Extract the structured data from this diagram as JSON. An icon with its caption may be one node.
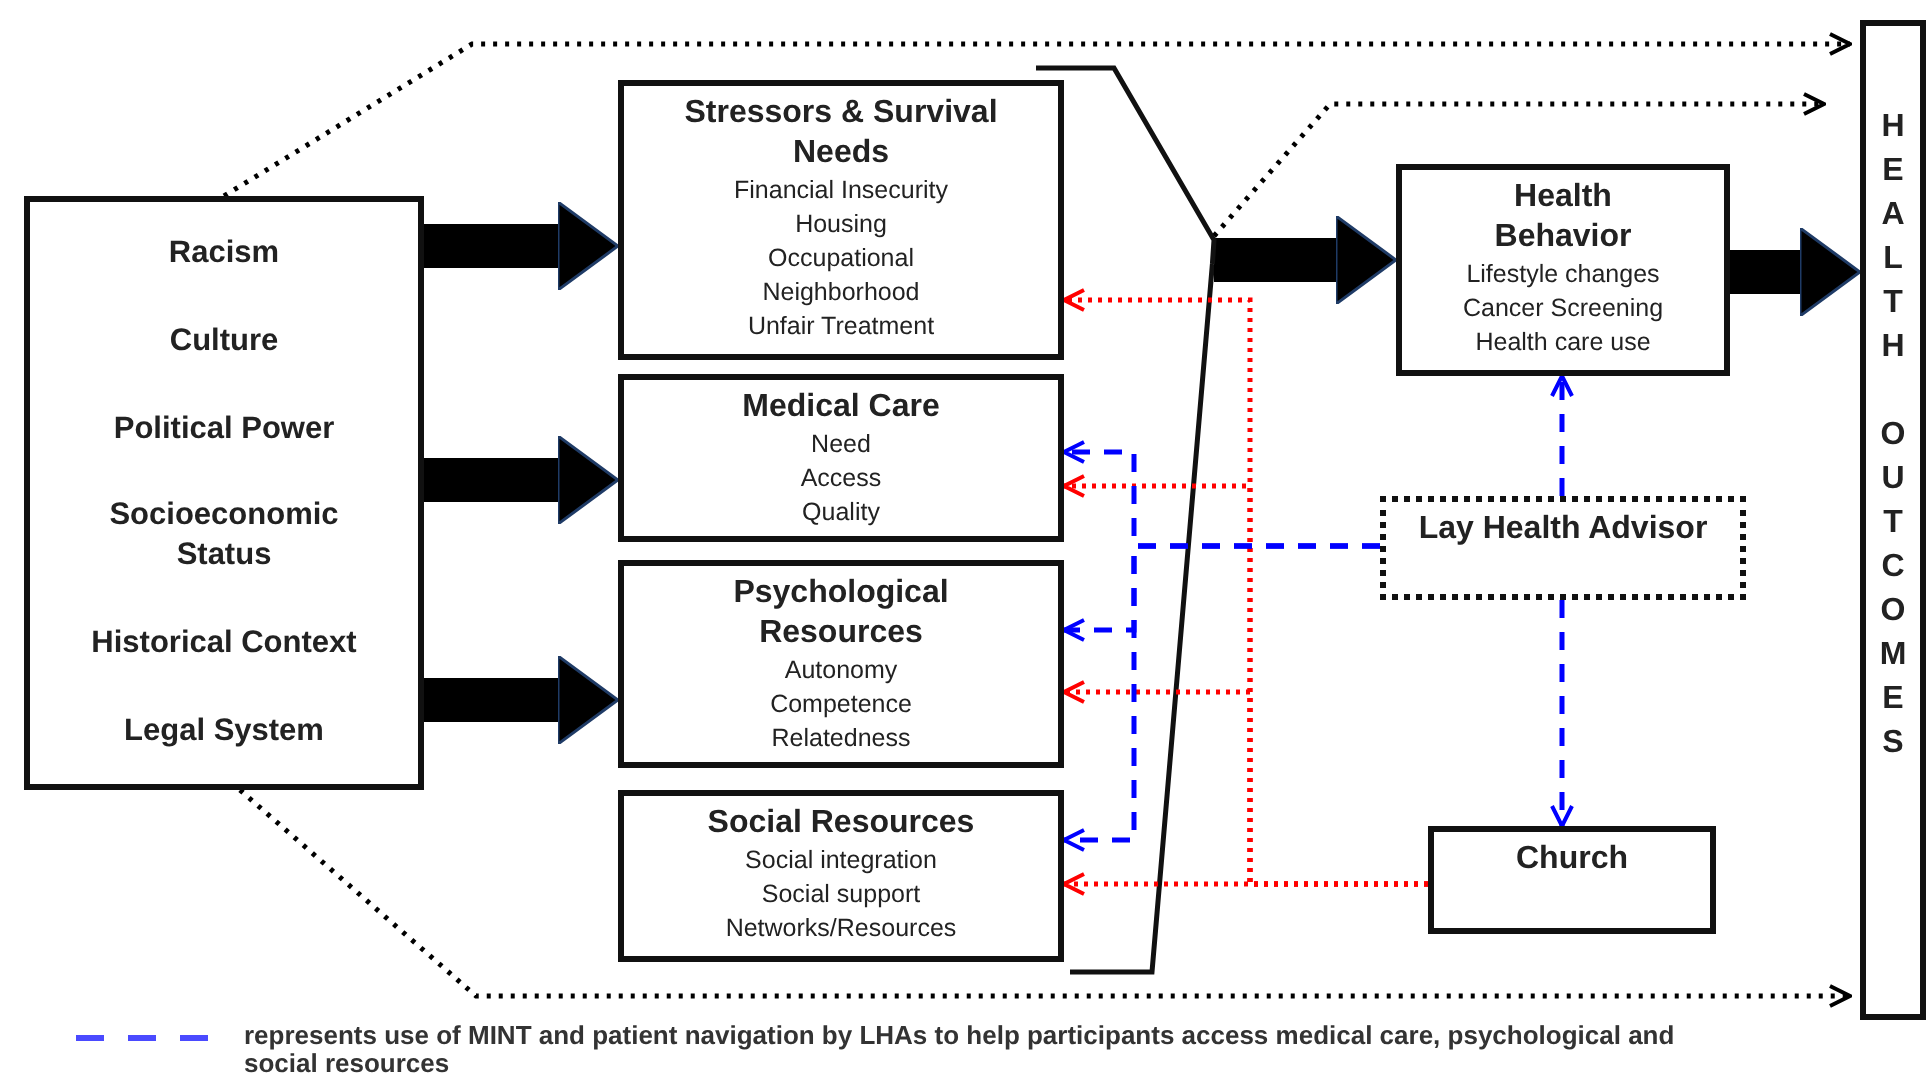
{
  "diagram": {
    "nodes": [
      {
        "text": [
          "Racism",
          "Culture",
          "Political Power",
          "Socioeconomic Status",
          "Historical Context",
          "Legal System"
        ]
      },
      {
        "text": [
          "Stressors & Survival Needs",
          "Financial Insecurity",
          "Housing",
          "Occupational",
          "Neighborhood",
          "Unfair Treatment"
        ]
      },
      {
        "text": [
          "Medical Care",
          "Need",
          "Access",
          "Quality"
        ]
      },
      {
        "text": [
          "Psychological Resources",
          "Autonomy",
          "Competence",
          "Relatedness"
        ]
      },
      {
        "text": [
          "Social Resources",
          "Social integration",
          "Social support",
          "Networks/Resources"
        ]
      },
      {
        "text": [
          "Health Behavior",
          "Lifestyle changes",
          "Cancer Screening",
          "Health care use"
        ]
      },
      {
        "text": [
          "HEALTH OUTCOMES"
        ]
      },
      {
        "text": [
          "Lay Health Advisor"
        ]
      },
      {
        "text": [
          "Church"
        ]
      },
      {
        "text": [],
        "shape": "bracket"
      }
    ],
    "edges": [
      {
        "from": 0,
        "to": 1,
        "arrow": "to",
        "style": "thick"
      },
      {
        "from": 0,
        "to": 2,
        "arrow": "to",
        "style": "thick"
      },
      {
        "from": 0,
        "to": 3,
        "arrow": "to",
        "style": "thick"
      },
      {
        "from": 9,
        "to": 5,
        "arrow": "to",
        "style": "thick"
      },
      {
        "from": 5,
        "to": 6,
        "arrow": "to",
        "style": "thick"
      },
      {
        "from": 0,
        "to": 6,
        "arrow": "to",
        "style": "dashed"
      },
      {
        "from": 0,
        "to": 6,
        "arrow": "to",
        "style": "dashed"
      },
      {
        "from": 9,
        "to": 6,
        "arrow": "to",
        "style": "dashed"
      },
      {
        "from": 8,
        "to": 1,
        "arrow": "to",
        "style": "dashed",
        "color": "#ff0000"
      },
      {
        "from": 8,
        "to": 2,
        "arrow": "to",
        "style": "dashed",
        "color": "#ff0000"
      },
      {
        "from": 8,
        "to": 3,
        "arrow": "to",
        "style": "dashed",
        "color": "#ff0000"
      },
      {
        "from": 8,
        "to": 4,
        "arrow": "to",
        "style": "dashed",
        "color": "#ff0000"
      },
      {
        "from": 7,
        "to": 2,
        "arrow": "to",
        "style": "dashed",
        "color": "#0000ff"
      },
      {
        "from": 7,
        "to": 3,
        "arrow": "to",
        "style": "dashed",
        "color": "#0000ff"
      },
      {
        "from": 7,
        "to": 4,
        "arrow": "to",
        "style": "dashed",
        "color": "#0000ff"
      },
      {
        "from": 7,
        "to": 5,
        "arrow": "to",
        "style": "dashed",
        "color": "#0000ff"
      },
      {
        "from": 7,
        "to": 8,
        "arrow": "to",
        "style": "dashed",
        "color": "#0000ff"
      }
    ],
    "legend": [
      {
        "text": "represents use of MINT and patient navigation by LHAs to help participants access medical care, psychological and social resources"
      }
    ]
  }
}
